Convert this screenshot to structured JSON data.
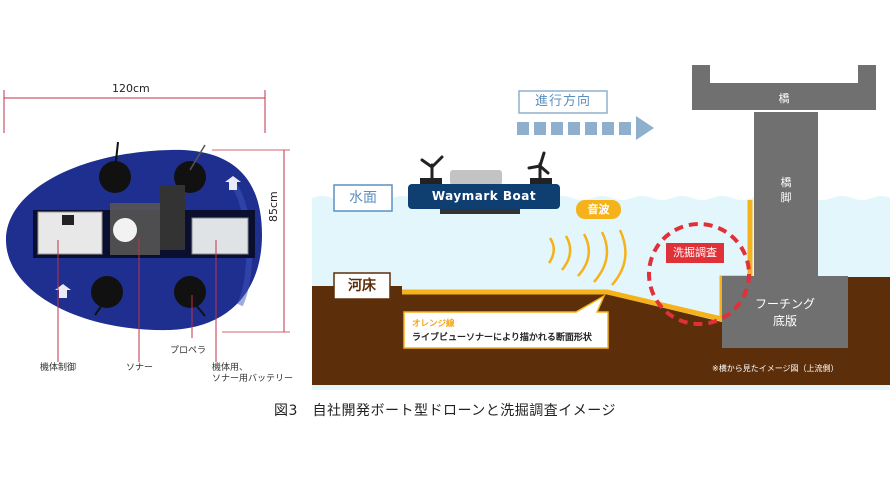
{
  "left_photo": {
    "width_dimension": "120cm",
    "height_dimension": "85cm",
    "callouts": {
      "control": "機体制御",
      "sonar": "ソナー",
      "propeller": "プロペラ",
      "battery_line1": "機体用、",
      "battery_line2": "ソナー用バッテリー"
    },
    "colors": {
      "hull": "#1f2f8f",
      "dimension_line": "#c0304a"
    }
  },
  "diagram": {
    "direction_label": "進行方向",
    "water_surface_label": "水面",
    "riverbed_label": "河床",
    "boat_name": "Waymark Boat",
    "sound_wave_label": "音波",
    "scour_survey_label": "洗掘調査",
    "bridge_label": "橋",
    "pier_label_line1": "橋",
    "pier_label_line2": "脚",
    "footing_line1": "フーチング",
    "footing_line2": "底版",
    "orange_line_title": "オレンジ線",
    "orange_line_desc": "ライブビューソナーにより描かれる断面形状",
    "note": "※横から見たイメージ図（上流側）",
    "colors": {
      "water": "#e3f6fb",
      "soil": "#5c2e0a",
      "orange": "#f5b21b",
      "concrete": "#707070",
      "boat": "#0f3e70",
      "arrow": "#8fb0cc",
      "scour_red": "#e03038",
      "label_blue": "#5b8fc0"
    }
  },
  "caption": "図3　自社開発ボート型ドローンと洗掘調査イメージ"
}
